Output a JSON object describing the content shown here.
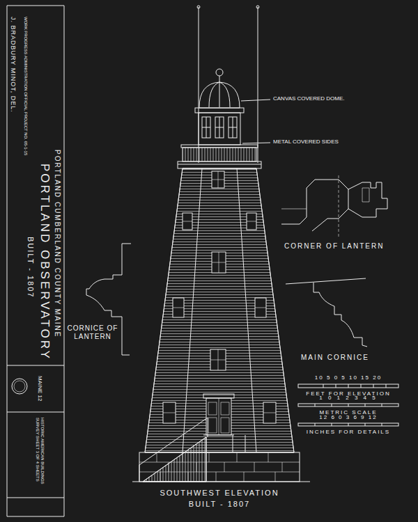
{
  "diagram": {
    "title": "PORTLAND OBSERVATORY",
    "labels": [
      "J. BRADBURY MINOT, DEL.",
      "WORK PROGRESS ADMINISTRATION OFFICIAL PROJECT NO. 65-1-15",
      "BUILT - 1807",
      "PORTLAND CUMBERLAND COUNTY MAINE",
      "MAINE 12",
      "HISTORIC AMERICAN BUILDINGS SURVEY SHEET 3 OF 4 SHEETS",
      "CANVAS COVERED DOME.",
      "METAL COVERED SIDES",
      "CORNER OF LANTERN",
      "CORNICE OF LANTERN",
      "MAIN CORNICE",
      "10 5 0 5 10 15 20",
      "FEET FOR ELEVATION",
      "1 0 1 2 3 4 5",
      "METRIC SCALE",
      "12 6 0 3 6 9 12",
      "INCHES FOR DETAILS",
      "SOUTHWEST ELEVATION",
      "BUILT - 1807"
    ]
  }
}
